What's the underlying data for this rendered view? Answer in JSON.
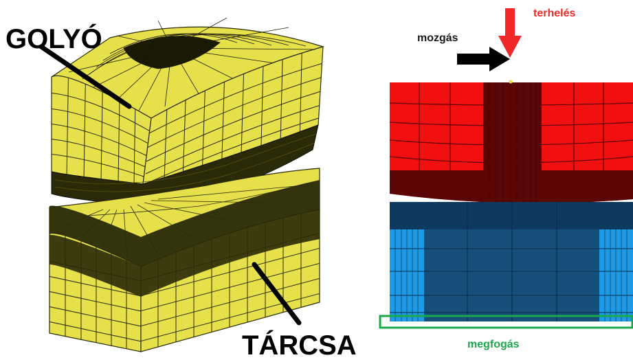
{
  "left_figure": {
    "ball_label": "GOLYÓ",
    "disc_label": "TÁRCSA"
  },
  "right_figure": {
    "motion_label": "mozgás",
    "load_label": "terhelés",
    "clamp_label": "megfogás"
  },
  "colors": {
    "mesh_fill": "#e6e04a",
    "mesh_dark": "#2a2a08",
    "ball_section": "#f01010",
    "ball_section_dark": "#5a0606",
    "disc_section": "#1e9ae6",
    "disc_section_dark": "#0d3a5e",
    "load_arrow": "#f02828",
    "motion_arrow": "#000000",
    "clamp_box": "#1aa84a"
  }
}
